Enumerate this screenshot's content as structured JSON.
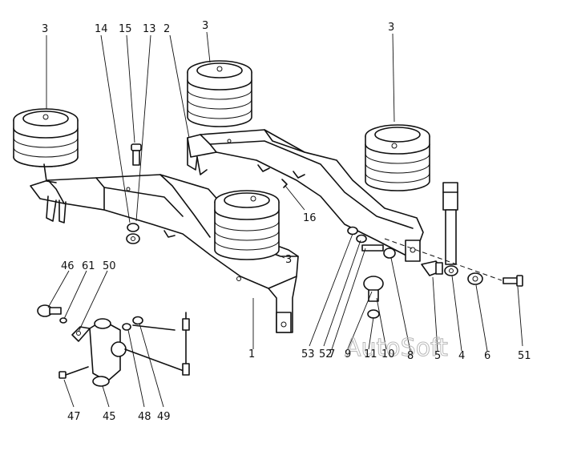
{
  "watermark": "AutoSoft",
  "callouts": {
    "c3a": "3",
    "c14": "14",
    "c15": "15",
    "c13": "13",
    "c2": "2",
    "c3b": "3",
    "c3c": "3",
    "c16": "16",
    "c3d": "3",
    "c46": "46",
    "c61": "61",
    "c50": "50",
    "c1": "1",
    "c53": "53",
    "c52": "52",
    "c7": "7",
    "c9": "9",
    "c11": "11",
    "c10": "10",
    "c8": "8",
    "c5": "5",
    "c4": "4",
    "c6": "6",
    "c51": "51",
    "c47": "47",
    "c45": "45",
    "c48": "48",
    "c49": "49"
  }
}
